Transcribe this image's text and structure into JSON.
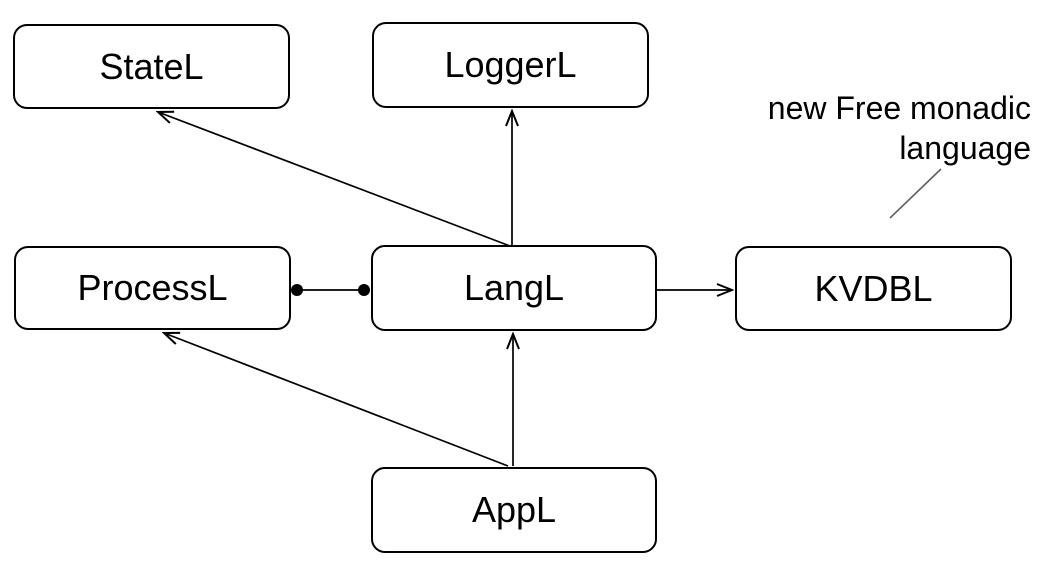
{
  "diagram": {
    "nodes": [
      {
        "id": "StateL",
        "label": "StateL"
      },
      {
        "id": "LoggerL",
        "label": "LoggerL"
      },
      {
        "id": "ProcessL",
        "label": "ProcessL"
      },
      {
        "id": "LangL",
        "label": "LangL"
      },
      {
        "id": "KVDBL",
        "label": "KVDBL"
      },
      {
        "id": "AppL",
        "label": "AppL"
      }
    ],
    "edges": [
      {
        "from": "LangL",
        "to": "StateL",
        "style": "arrow"
      },
      {
        "from": "LangL",
        "to": "LoggerL",
        "style": "arrow"
      },
      {
        "from": "LangL",
        "to": "KVDBL",
        "style": "arrow"
      },
      {
        "from": "ProcessL",
        "to": "LangL",
        "style": "dot-dot"
      },
      {
        "from": "AppL",
        "to": "LangL",
        "style": "arrow"
      },
      {
        "from": "AppL",
        "to": "ProcessL",
        "style": "arrow"
      }
    ],
    "annotation": {
      "line1": "new Free monadic",
      "line2": "language"
    },
    "colors": {
      "background": "#ffffff",
      "node_fill": "#ffffff",
      "node_border": "#000000",
      "edge": "#000000",
      "leader_line": "#616161",
      "text": "#000000"
    }
  }
}
